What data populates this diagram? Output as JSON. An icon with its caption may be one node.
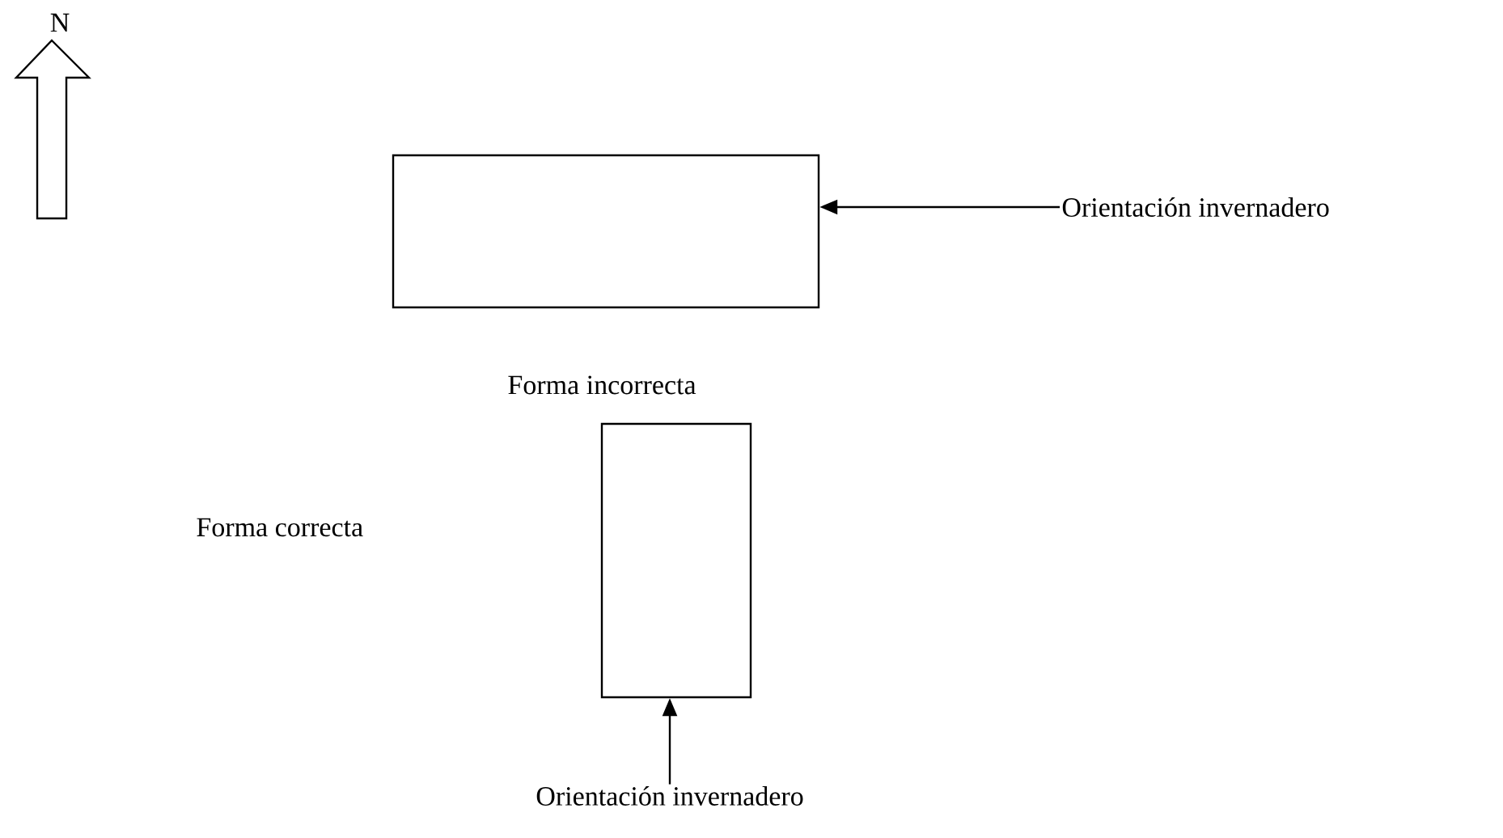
{
  "diagram": {
    "nodes": [
      {
        "text": [],
        "shape": "box"
      },
      {
        "text": [
          "Orientación invernadero"
        ]
      },
      {
        "text": [],
        "shape": "box"
      },
      {
        "text": [
          "Orientación invernadero"
        ]
      }
    ],
    "edges": [
      {
        "from": 1,
        "to": 0,
        "arrow": "to"
      },
      {
        "from": 3,
        "to": 2,
        "arrow": "to"
      }
    ],
    "labels": [
      "N",
      "Forma incorrecta",
      "Forma correcta"
    ]
  }
}
